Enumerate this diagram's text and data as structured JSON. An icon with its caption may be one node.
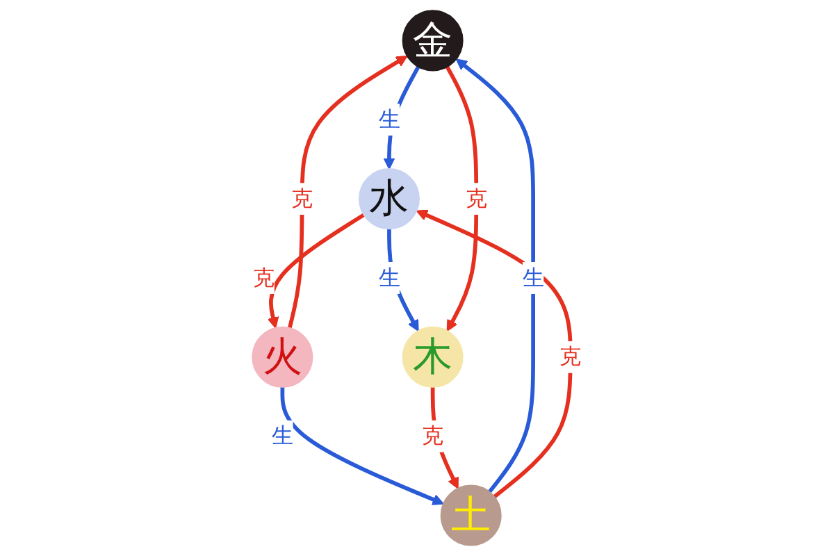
{
  "diagram": {
    "nodes": [
      {
        "text": [
          "金"
        ]
      },
      {
        "text": [
          "土"
        ]
      },
      {
        "text": [
          "水"
        ]
      },
      {
        "text": [
          "火"
        ]
      },
      {
        "text": [
          "木"
        ]
      }
    ],
    "edges": [
      {
        "from": 0,
        "to": 2,
        "arrow": "to",
        "label": "生",
        "color": "#2a5bd7"
      },
      {
        "from": 2,
        "to": 4,
        "arrow": "to",
        "label": "生",
        "color": "#2a5bd7"
      },
      {
        "from": 3,
        "to": 1,
        "arrow": "to",
        "label": "生",
        "color": "#2a5bd7"
      },
      {
        "from": 1,
        "to": 0,
        "arrow": "to",
        "label": "生",
        "color": "#2a5bd7"
      },
      {
        "from": 1,
        "to": 2,
        "arrow": "to",
        "label": "克"
      },
      {
        "from": 0,
        "to": 4,
        "arrow": "to",
        "label": "克"
      },
      {
        "from": 4,
        "to": 1,
        "arrow": "to",
        "label": "克"
      },
      {
        "from": 2,
        "to": 3,
        "arrow": "to",
        "label": "克"
      },
      {
        "from": 3,
        "to": 0,
        "arrow": "to",
        "label": "克"
      }
    ]
  }
}
